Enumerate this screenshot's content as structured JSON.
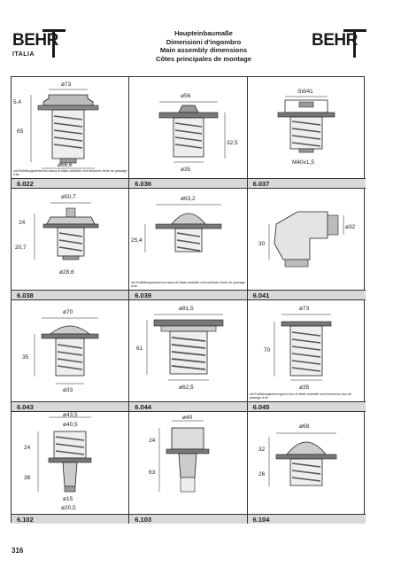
{
  "brand": {
    "logo_text": "BEHR",
    "logo_sub": "ITALIA"
  },
  "header": {
    "line1": "Haupteinbaumaße",
    "line2": "Dimensioni d'ingombro",
    "line3": "Main assembly dimensions",
    "line4": "Côtes principales de montage"
  },
  "vent_note": "mit Entlüftungskerbe/con tacca di sfiato aria/with vent slot/avec fente de passage d'air",
  "vent_note_box": "mit Entlüftungsbohrung/con foro di sfiato aria/with vent bore/avec trou de passage d'air",
  "cells": [
    {
      "code": "6.022",
      "dims": [
        "ø73",
        "5,4",
        "65",
        "ø66,6"
      ]
    },
    {
      "code": "6.036",
      "dims": [
        "ø56",
        "32,5",
        "ø35"
      ]
    },
    {
      "code": "6.037",
      "dims": [
        "SW41",
        "M40x1,5"
      ]
    },
    {
      "code": "6.038",
      "dims": [
        "ø50,7",
        "24",
        "20,7",
        "ø28,6"
      ]
    },
    {
      "code": "6.039",
      "dims": [
        "ø63,2",
        "25,4"
      ]
    },
    {
      "code": "6.041",
      "dims": [
        "ø32",
        "30"
      ]
    },
    {
      "code": "6.043",
      "dims": [
        "ø70",
        "35",
        "ø33"
      ]
    },
    {
      "code": "6.044",
      "dims": [
        "ø81,5",
        "61",
        "ø62,5"
      ]
    },
    {
      "code": "6.045",
      "dims": [
        "ø73",
        "70",
        "ø35"
      ]
    },
    {
      "code": "6.102",
      "dims": [
        "ø43,5",
        "ø40,5",
        "24",
        "38",
        "ø15",
        "ø20,5"
      ]
    },
    {
      "code": "6.103",
      "dims": [
        "ø40",
        "24",
        "63"
      ]
    },
    {
      "code": "6.104",
      "dims": [
        "ø68",
        "32",
        "26"
      ]
    }
  ],
  "page_number": "316"
}
